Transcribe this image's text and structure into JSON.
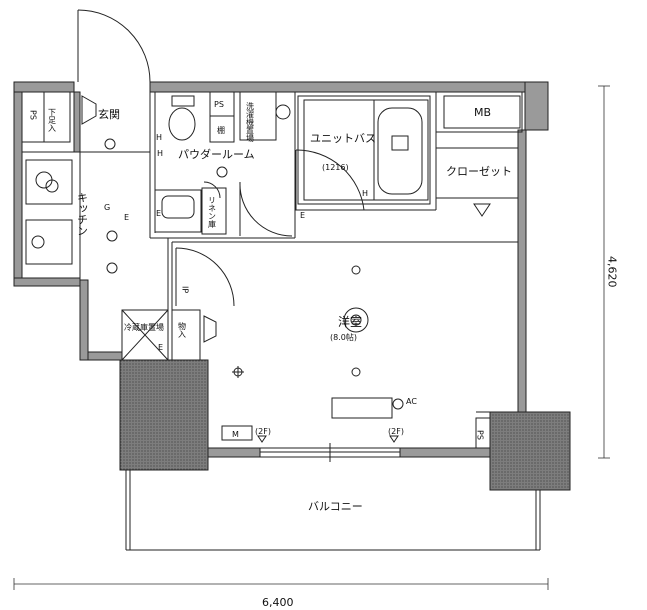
{
  "rooms": {
    "entrance": "玄関",
    "shoe_storage": "下足入",
    "ps_left": "PS",
    "ps_top": "PS",
    "ps_right": "PS",
    "mb": "MB",
    "powder_room": "パウダールーム",
    "shelf": "棚",
    "laundry_space": "洗濯機置場",
    "unit_bath": "ユニットバス",
    "unit_bath_size": "(1216)",
    "closet": "クローゼット",
    "kitchen": "キッチン",
    "linen_storage": "リネン庫",
    "western_room": "洋室",
    "western_room_size": "(8.0帖)",
    "fridge_space": "冷蔵庫置場",
    "storage": "物入",
    "balcony": "バルコニー"
  },
  "marks": {
    "m_box": "M",
    "ip": "IP",
    "floor_2f_left": "(2F)",
    "floor_2f_right": "(2F)",
    "ac": "AC",
    "h_marks": [
      "H",
      "H",
      "H"
    ],
    "e_marks": [
      "E",
      "E",
      "E",
      "E"
    ],
    "g_mark": "G"
  },
  "dimensions": {
    "width": "6,400",
    "depth": "4,620"
  }
}
